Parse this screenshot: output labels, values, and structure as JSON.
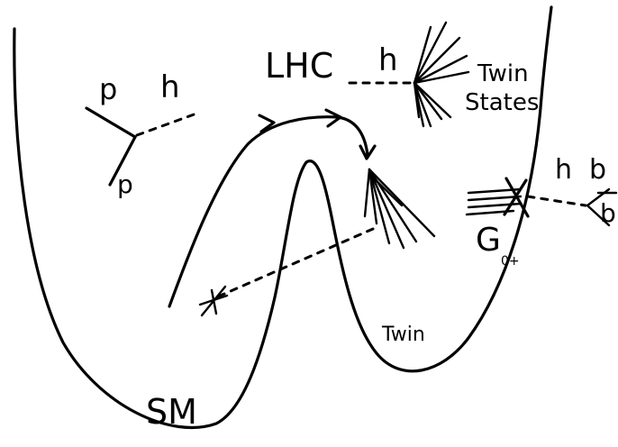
{
  "labels": {
    "lhc": "LHC",
    "higgs_left": "h",
    "higgs_top": "h",
    "higgs_right": "h",
    "proton_top": "p",
    "proton_bottom": "p",
    "twin_states_line1": "Twin",
    "twin_states_line2": "States",
    "twin_well": "Twin",
    "sm_well": "SM",
    "glueball": "G",
    "glueball_subscript": "0+",
    "bottom_quark": "b",
    "anti_bottom_quark": "b"
  },
  "colors": {
    "ink": "#000000",
    "paper": "#ffffff"
  }
}
